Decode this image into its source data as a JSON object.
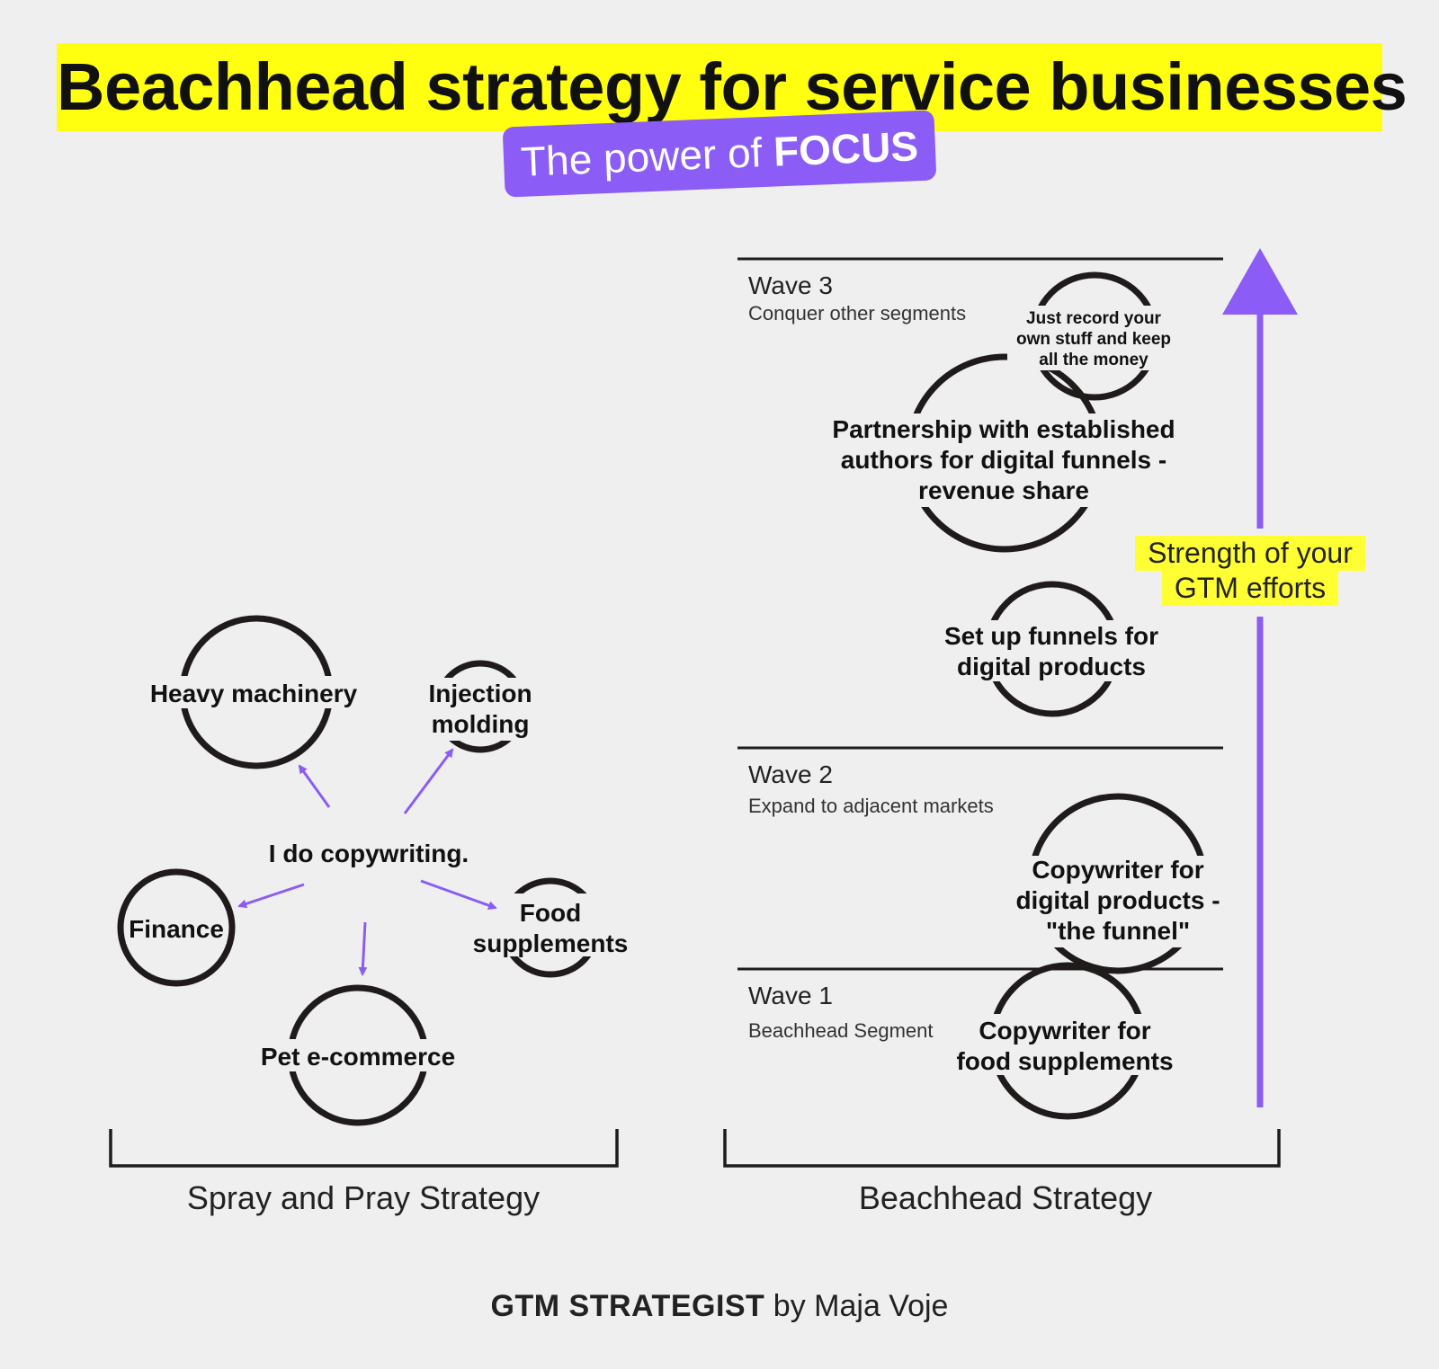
{
  "header": {
    "title": "Beachhead strategy for service businesses",
    "subtitle_prefix": "The power of",
    "subtitle_emphasis": "FOCUS"
  },
  "colors": {
    "highlight": "#ffff0f",
    "accent": "#8b5cf6",
    "outline": "#1f1b1b"
  },
  "spray": {
    "center_label": "I do copywriting.",
    "segments": [
      {
        "id": "heavy-machinery",
        "lines": [
          "Heavy machinery"
        ]
      },
      {
        "id": "injection-molding",
        "lines": [
          "Injection",
          "molding"
        ]
      },
      {
        "id": "finance",
        "lines": [
          "Finance"
        ]
      },
      {
        "id": "food-supplements",
        "lines": [
          "Food",
          "supplements"
        ]
      },
      {
        "id": "pet-ecommerce",
        "lines": [
          "Pet e-commerce"
        ]
      }
    ],
    "bracket_label": "Spray and Pray Strategy"
  },
  "beachhead": {
    "waves": [
      {
        "id": "wave-3",
        "title": "Wave 3",
        "subtitle": "Conquer other segments"
      },
      {
        "id": "wave-2",
        "title": "Wave 2",
        "subtitle": "Expand to adjacent markets"
      },
      {
        "id": "wave-1",
        "title": "Wave 1",
        "subtitle": "Beachhead Segment"
      }
    ],
    "segments": [
      {
        "id": "just-record",
        "lines": [
          "Just record your",
          "own stuff and keep",
          "all the money"
        ]
      },
      {
        "id": "partnership",
        "lines": [
          "Partnership with established",
          "authors for digital funnels -",
          "revenue share"
        ]
      },
      {
        "id": "set-up-funnels",
        "lines": [
          "Set up funnels for",
          "digital products"
        ]
      },
      {
        "id": "copywriter-digital",
        "lines": [
          "Copywriter for",
          "digital products -",
          "\"the funnel\""
        ]
      },
      {
        "id": "copywriter-food",
        "lines": [
          "Copywriter for",
          "food supplements"
        ]
      }
    ],
    "axis_label_lines": [
      "Strength of your",
      "GTM efforts"
    ],
    "bracket_label": "Beachhead Strategy"
  },
  "footer": {
    "brand": "GTM STRATEGIST",
    "byline": "by Maja Voje"
  }
}
